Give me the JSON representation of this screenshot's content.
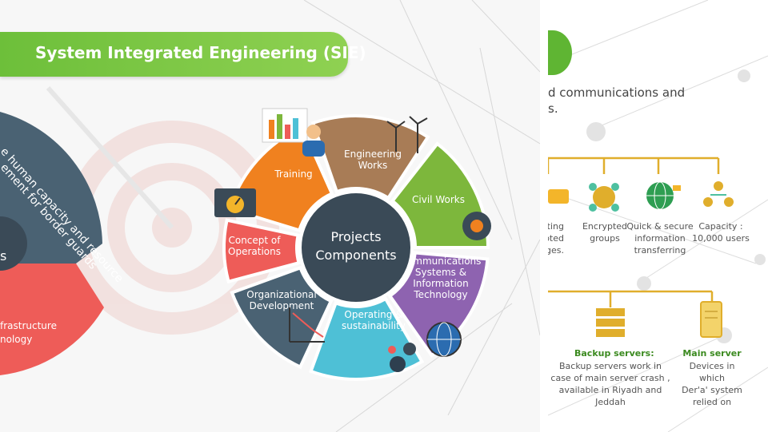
{
  "banner": {
    "title": "System Integrated Engineering (SIE)"
  },
  "left_circle": {
    "arc_text_1": "e human capacity and resource",
    "arc_text_2": "ement for border guards",
    "center_fragment": "s",
    "bottom_line1": "frastructure",
    "bottom_line2": "nology"
  },
  "wheel": {
    "center_line1": "Projects",
    "center_line2": "Components",
    "segments": [
      {
        "label_lines": [
          "Training"
        ],
        "color": "#f0811f"
      },
      {
        "label_lines": [
          "Engineering",
          "Works"
        ],
        "color": "#a87c56"
      },
      {
        "label_lines": [
          "Civil Works"
        ],
        "color": "#7db73c"
      },
      {
        "label_lines": [
          "Communications",
          "Systems &",
          "Information",
          "Technology"
        ],
        "color": "#8e63b0"
      },
      {
        "label_lines": [
          "Operating &",
          "sustainability"
        ],
        "color": "#4ec0d6"
      },
      {
        "label_lines": [
          "Organizational",
          "Development"
        ],
        "color": "#4a6273"
      },
      {
        "label_lines": [
          "Concept of",
          "Operations"
        ],
        "color": "#ee5c58"
      }
    ]
  },
  "right_panel": {
    "header_line1": "d communications and",
    "header_line2": "s.",
    "features": [
      {
        "icon": "chat-icon",
        "lines": [
          "iting",
          "pted",
          "ges."
        ]
      },
      {
        "icon": "encrypted-groups-icon",
        "lines": [
          "Encrypted",
          "groups"
        ]
      },
      {
        "icon": "globe-transfer-icon",
        "lines": [
          "Quick & secure",
          "information",
          "transferring"
        ]
      },
      {
        "icon": "users-capacity-icon",
        "lines": [
          "Capacity :",
          "10,000 users"
        ]
      }
    ],
    "servers": [
      {
        "icon": "backup-server-icon",
        "title": "Backup servers:",
        "lines": [
          "Backup servers work in",
          "case of main server crash ,",
          "available in Riyadh and Jeddah"
        ]
      },
      {
        "icon": "main-server-icon",
        "title": "Main server",
        "lines": [
          "Devices in which",
          "Der'a' system",
          "relied on"
        ]
      }
    ]
  }
}
